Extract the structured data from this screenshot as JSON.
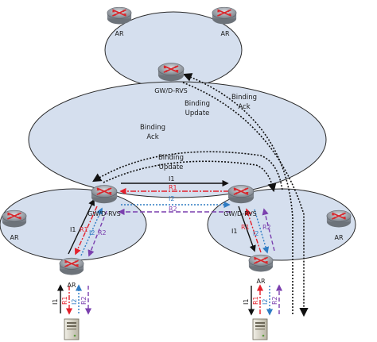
{
  "colors": {
    "cloud_fill": "#d5dfee",
    "cloud_stroke": "#2a2a2a",
    "router_body": "#9aa0a6",
    "router_arrow": "#d9262b",
    "I1": "#111111",
    "R1": "#e5202b",
    "I2": "#2e7cc4",
    "R2": "#7a3fae"
  },
  "routers": {
    "top_left": "AR",
    "top_right": "AR",
    "gw_top": "GW/D-RVS",
    "left_ar": "AR",
    "gw_left": "GW/D-RVS",
    "gw_right": "GW/D-RVS",
    "right_ar": "AR",
    "bottom_left": "AR",
    "bottom_right": "AR"
  },
  "annotations": {
    "binding_update_upper": [
      "Binding",
      "Update"
    ],
    "binding_ack_upper": [
      "Binding",
      "Ack"
    ],
    "binding_ack_lower": [
      "Binding",
      "Ack"
    ],
    "binding_update_lower": [
      "Binding",
      "Update"
    ]
  },
  "messages": {
    "I1": "I1",
    "R1": "R1",
    "I2": "I2",
    "R2": "R2"
  }
}
